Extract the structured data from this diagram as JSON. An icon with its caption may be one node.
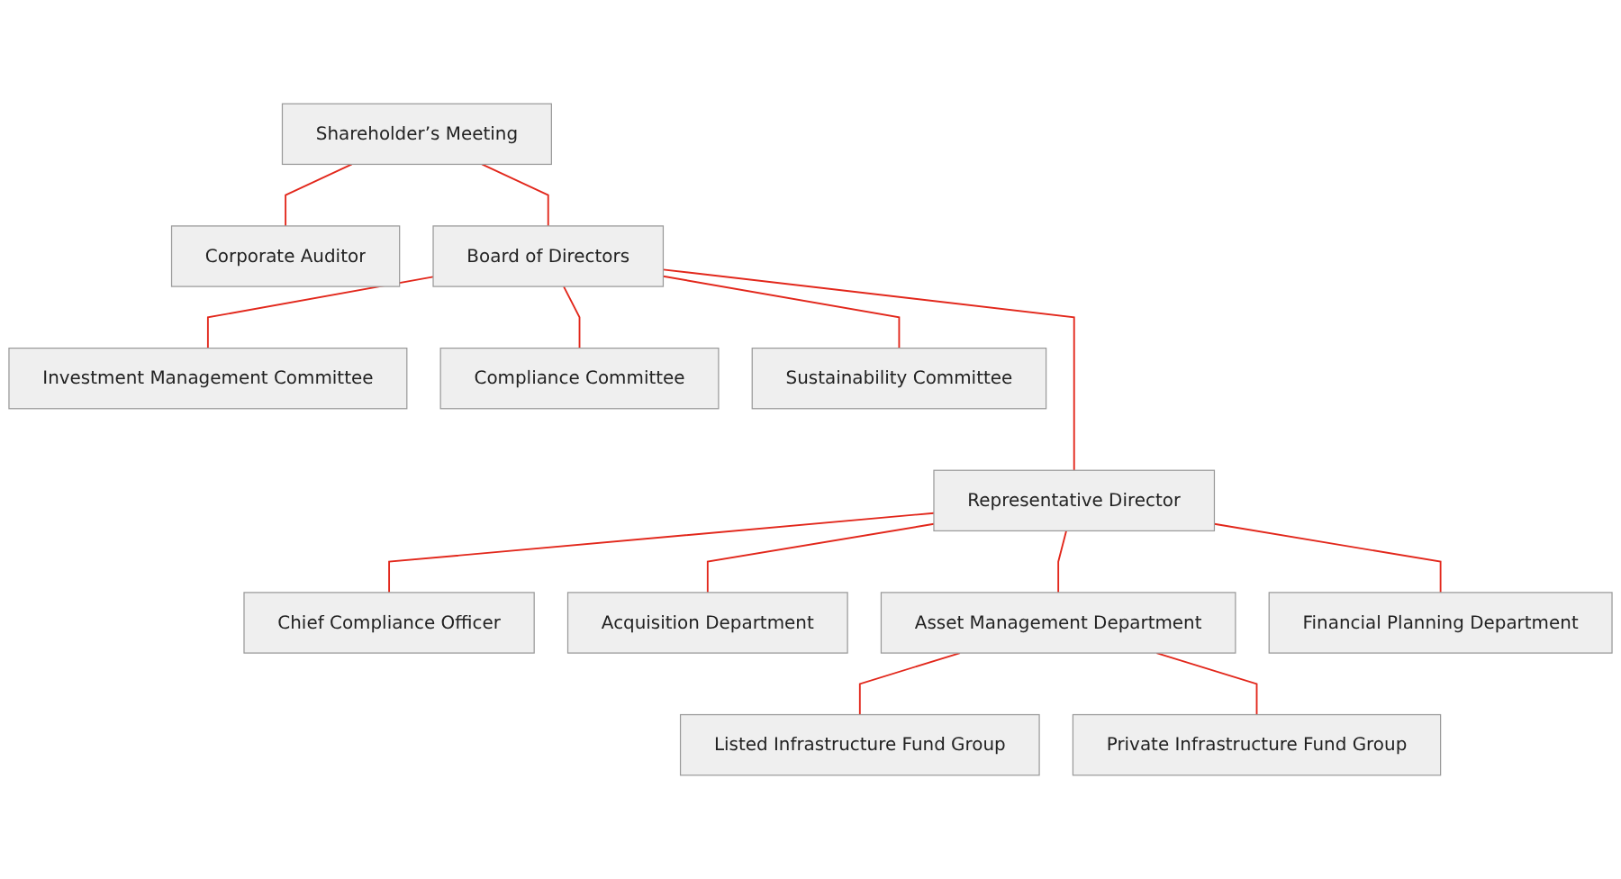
{
  "diagram": {
    "nodes": [
      {
        "text": [
          "Shareholder’s Meeting"
        ]
      },
      {
        "text": [
          "Corporate Auditor"
        ]
      },
      {
        "text": [
          "Board of Directors"
        ]
      },
      {
        "text": [
          "Investment Management Committee"
        ]
      },
      {
        "text": [
          "Compliance Committee"
        ]
      },
      {
        "text": [
          "Sustainability Committee"
        ]
      },
      {
        "text": [
          "Representative Director"
        ]
      },
      {
        "text": [
          "Chief Compliance Officer"
        ]
      },
      {
        "text": [
          "Acquisition Department"
        ]
      },
      {
        "text": [
          "Asset Management Department"
        ]
      },
      {
        "text": [
          "Financial Planning Department"
        ]
      },
      {
        "text": [
          "Listed Infrastructure Fund Group"
        ]
      },
      {
        "text": [
          "Private Infrastructure Fund Group"
        ]
      }
    ],
    "edges": [
      {
        "from": 0,
        "to": 2,
        "arrow": "none"
      },
      {
        "from": 0,
        "to": 1,
        "arrow": "none"
      },
      {
        "from": 2,
        "to": 3,
        "arrow": "none"
      },
      {
        "from": 2,
        "to": 4,
        "arrow": "none"
      },
      {
        "from": 2,
        "to": 5,
        "arrow": "none"
      },
      {
        "from": 2,
        "to": 6,
        "arrow": "none"
      },
      {
        "from": 6,
        "to": 7,
        "arrow": "none"
      },
      {
        "from": 6,
        "to": 8,
        "arrow": "none"
      },
      {
        "from": 6,
        "to": 9,
        "arrow": "none"
      },
      {
        "from": 6,
        "to": 10,
        "arrow": "none"
      },
      {
        "from": 9,
        "to": 11,
        "arrow": "none"
      },
      {
        "from": 9,
        "to": 12,
        "arrow": "none"
      }
    ]
  }
}
